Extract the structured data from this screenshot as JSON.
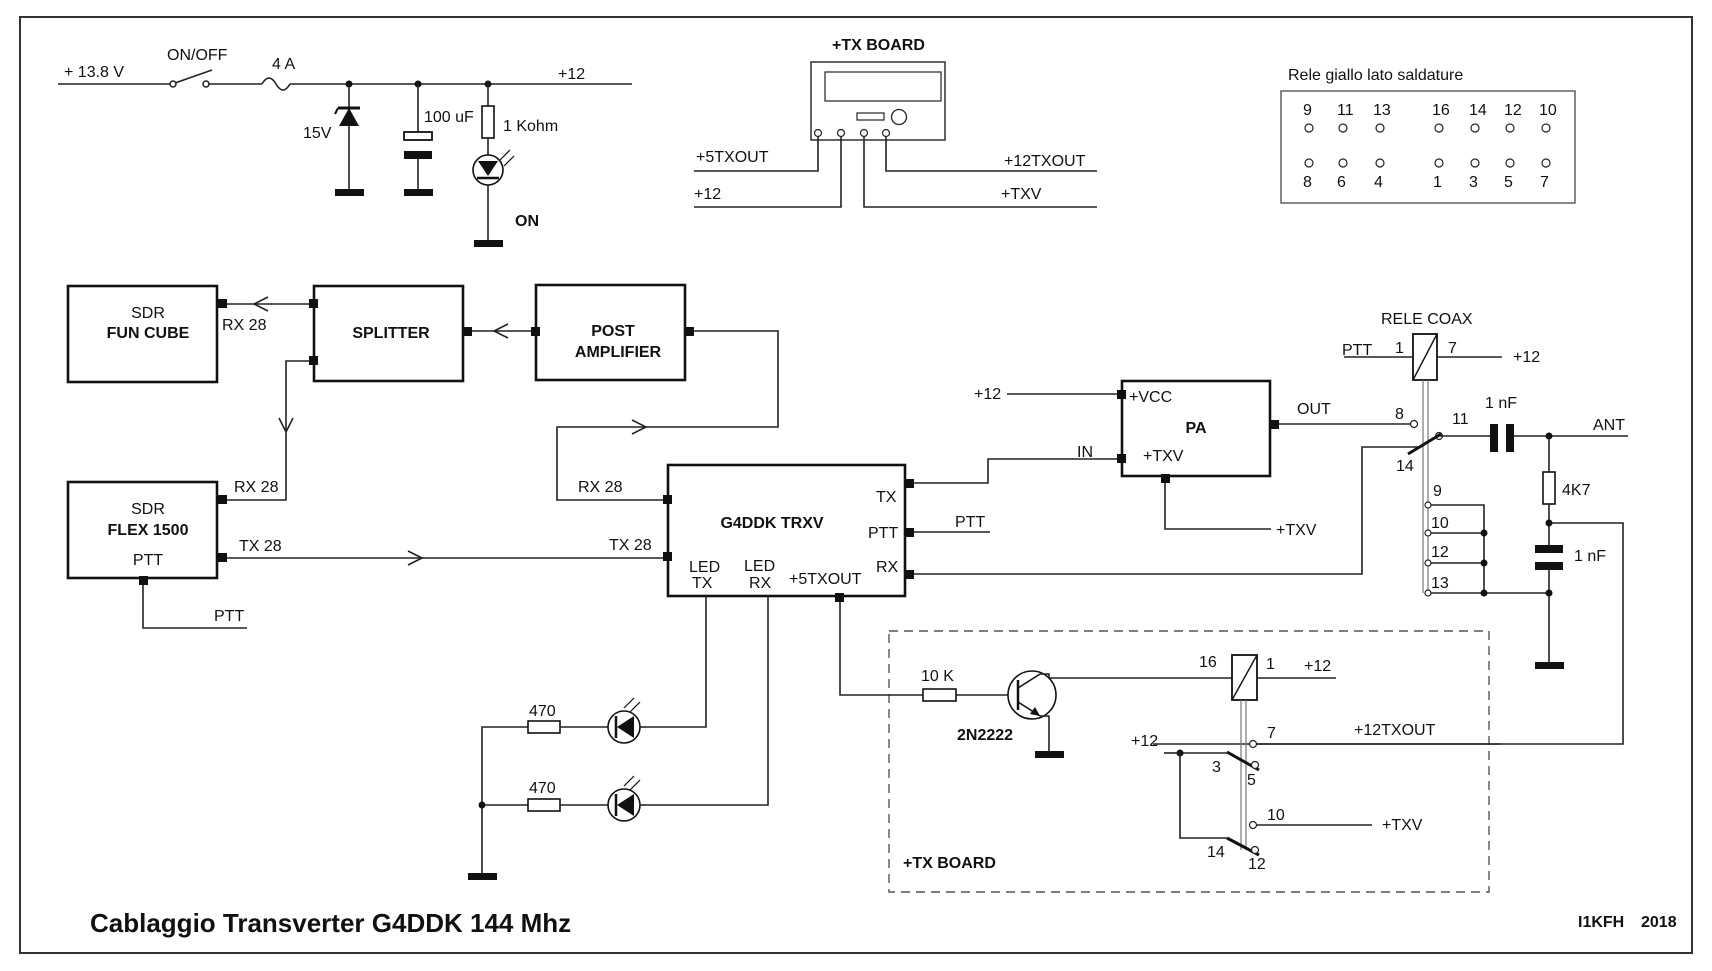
{
  "title": "Cablaggio Transverter G4DDK 144 Mhz",
  "author": "I1KFH",
  "year": "2018",
  "power": {
    "input": "+ 13.8 V",
    "switch": "ON/OFF",
    "fuse": "4 A",
    "rail": "+12",
    "zener": "15V",
    "cap": "100 uF",
    "resistor": "1 Kohm",
    "led": "ON"
  },
  "txboard_top": {
    "title": "+TX BOARD",
    "p5tx": "+5TXOUT",
    "p12": "+12",
    "p12tx": "+12TXOUT",
    "ptxv": "+TXV"
  },
  "relay_pinout": {
    "title": "Rele giallo lato saldature",
    "top": [
      "9",
      "11",
      "13",
      "16",
      "14",
      "12",
      "10"
    ],
    "bottom": [
      "8",
      "6",
      "4",
      "1",
      "3",
      "5",
      "7"
    ]
  },
  "blocks": {
    "fun_l1": "SDR",
    "fun_l2": "FUN CUBE",
    "splitter": "SPLITTER",
    "post_l1": "POST",
    "post_l2": "AMPLIFIER",
    "flex_l1": "SDR",
    "flex_l2": "FLEX 1500",
    "flex_ptt": "PTT",
    "g4": "G4DDK TRXV",
    "pa": "PA"
  },
  "signals": {
    "rx28_fun": "RX 28",
    "rx28_flex": "RX 28",
    "tx28_flex": "TX 28",
    "rx28_g4": "RX 28",
    "tx28_g4": "TX 28",
    "ptt_flex": "PTT",
    "g4_tx": "TX",
    "g4_ptt": "PTT",
    "g4_rx": "RX",
    "g4_ptt_out": "PTT",
    "led_tx_1": "LED",
    "led_tx_2": "TX",
    "led_rx_1": "LED",
    "led_rx_2": "RX",
    "g4_5tx": "+5TXOUT",
    "pa_p12": "+12",
    "pa_vcc": "+VCC",
    "pa_in": "IN",
    "pa_txv": "+TXV",
    "pa_out": "OUT",
    "pa_txv_ext": "+TXV"
  },
  "coax_relay": {
    "title": "RELE COAX",
    "ptt": "PTT",
    "p1": "1",
    "p7": "7",
    "p12": "+12",
    "p8": "8",
    "p11": "11",
    "p14": "14",
    "p9": "9",
    "p10": "10",
    "p12b": "12",
    "p13": "13",
    "cap1": "1 nF",
    "ant": "ANT",
    "res": "4K7",
    "cap2": "1 nF"
  },
  "led_section": {
    "r1": "470",
    "r2": "470"
  },
  "txboard_detail": {
    "title": "+TX BOARD",
    "r": "10 K",
    "q": "2N2222",
    "p16": "16",
    "p1": "1",
    "p12a": "+12",
    "p7": "7",
    "p12tx": "+12TXOUT",
    "p12b": "+12",
    "p3": "3",
    "p5": "5",
    "p10": "10",
    "ptxv": "+TXV",
    "p14": "14",
    "p12c": "12"
  }
}
